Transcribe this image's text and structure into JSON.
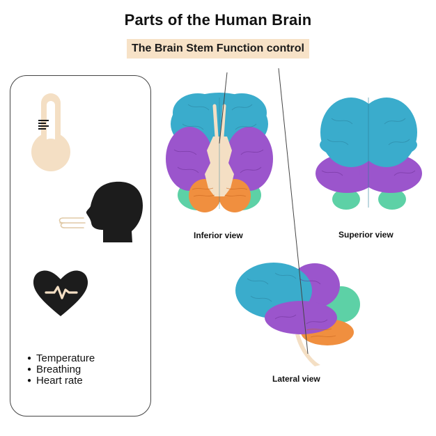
{
  "title": "Parts of the Human Brain",
  "subtitle": "The Brain Stem Function control",
  "functions": [
    "Temperature",
    "Breathing",
    "Heart rate"
  ],
  "views": {
    "inferior": "Inferior view",
    "superior": "Superior view",
    "lateral": "Lateral view"
  },
  "icons": {
    "temperature": "thermometer-icon",
    "breathing": "breathing-head-icon",
    "heart_rate": "heart-pulse-icon"
  },
  "colors": {
    "frontal_lobe": "#3aaccc",
    "temporal_parietal": "#9b55cc",
    "occipital": "#5dd1a6",
    "cerebellum": "#f08f3f",
    "brain_stem": "#f4dfc4",
    "highlight": "#f7e2c7",
    "icon_dark": "#1c1c1c"
  }
}
